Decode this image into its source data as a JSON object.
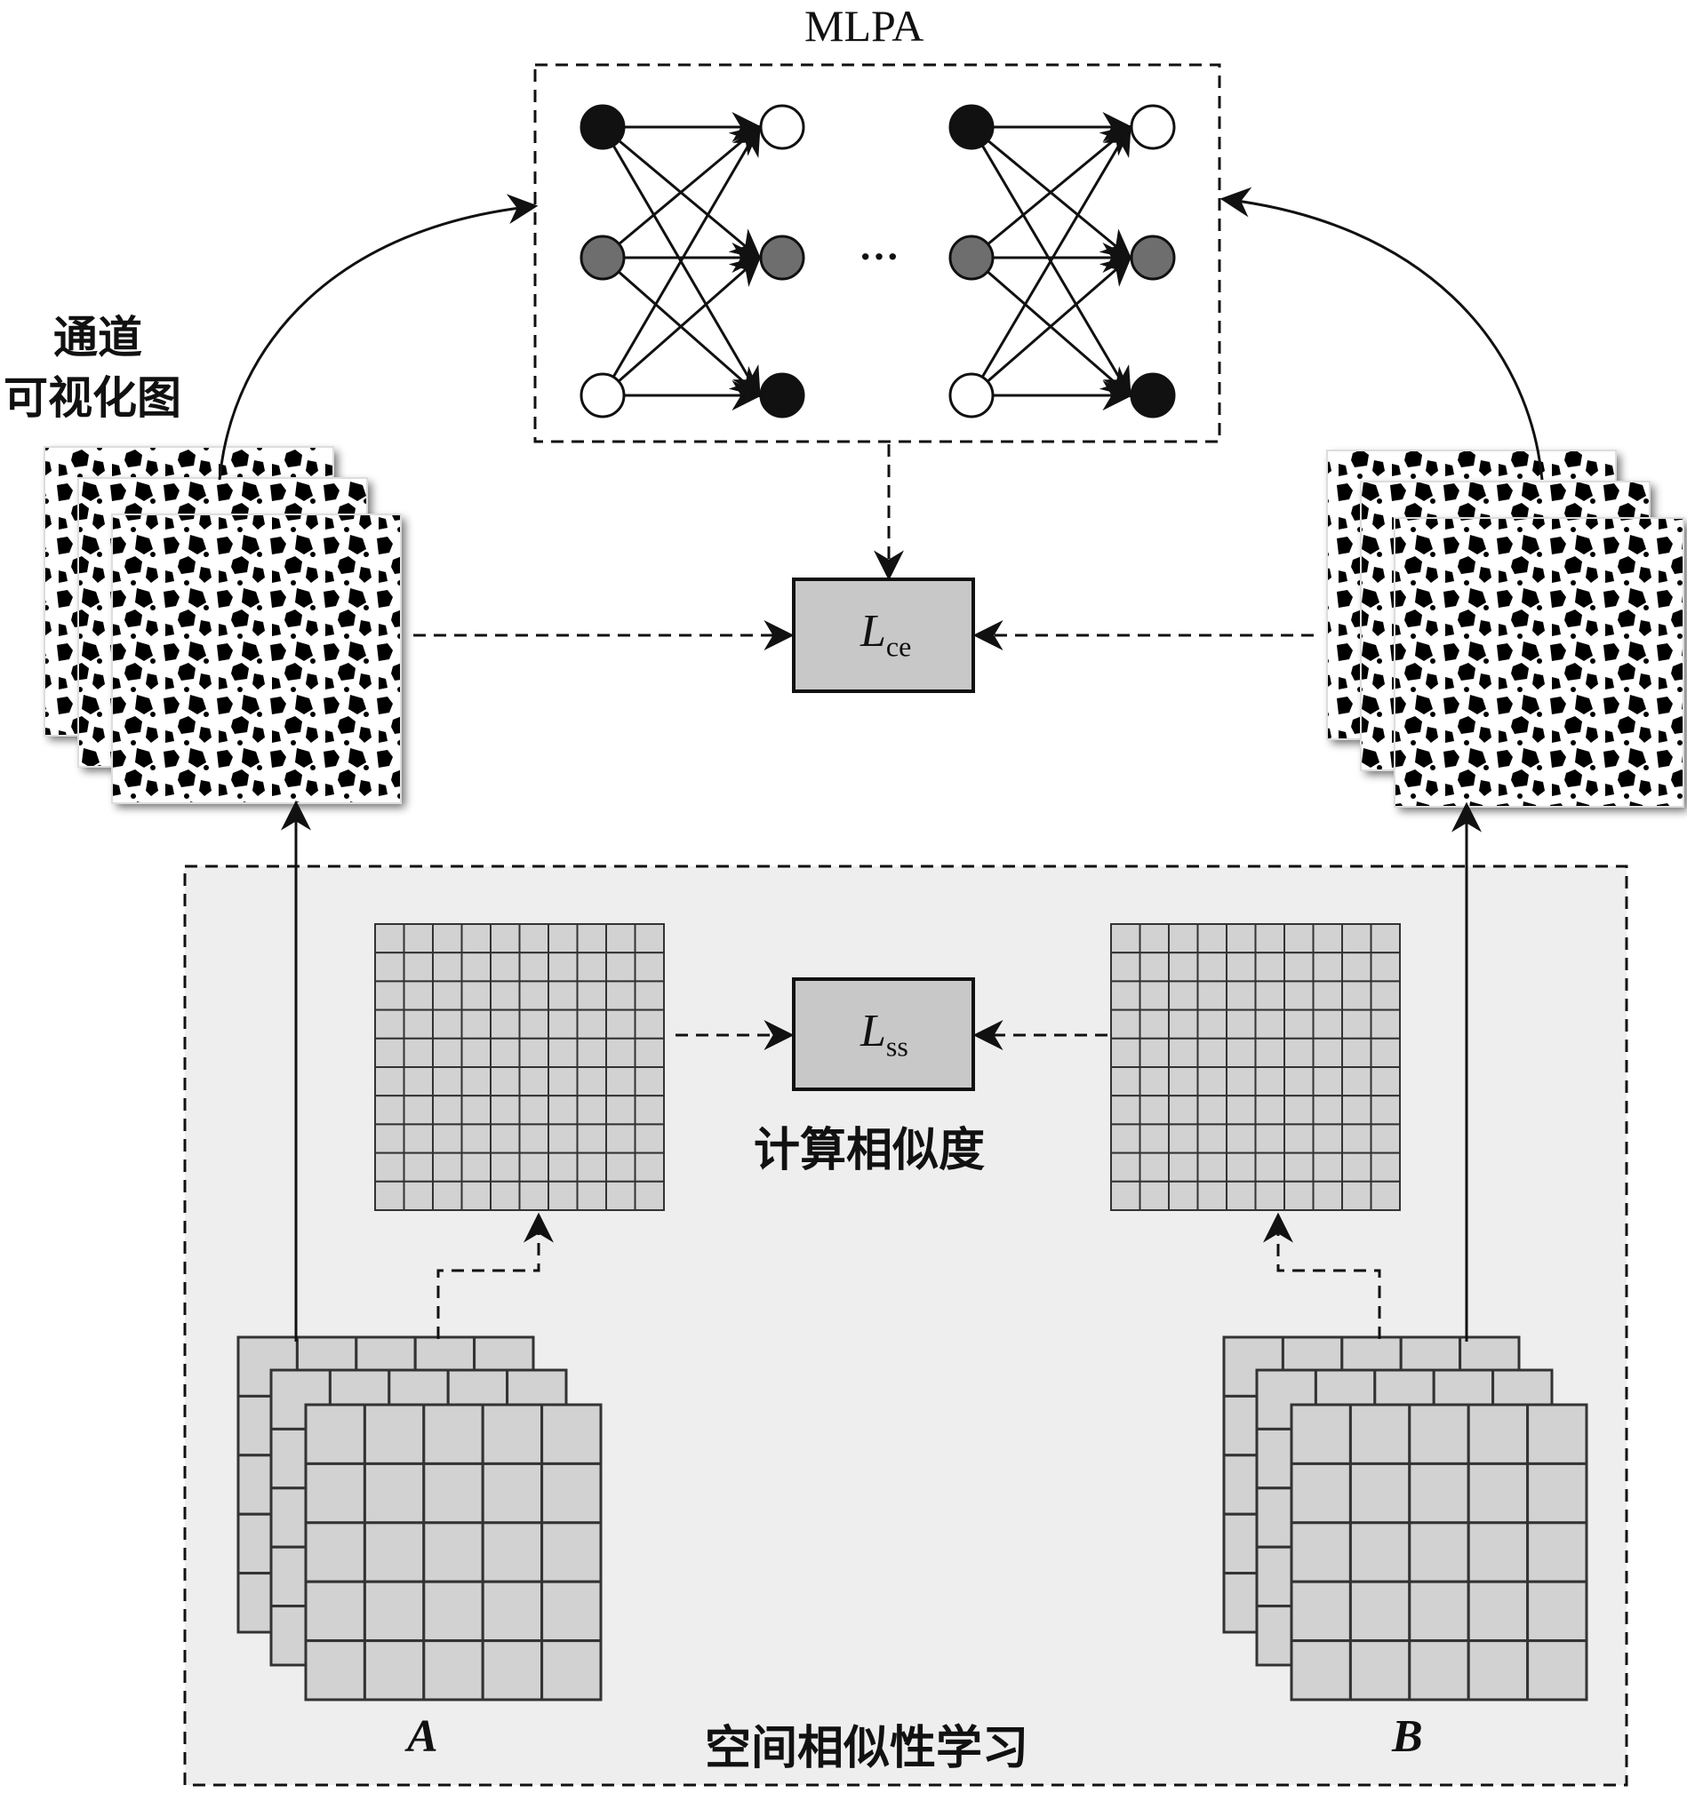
{
  "labels": {
    "mlpa_title": "MLPA",
    "channel_vis_line1": "通道",
    "channel_vis_line2": "可视化图",
    "loss_ce_main": "L",
    "loss_ce_sub": "ce",
    "loss_ss_main": "L",
    "loss_ss_sub": "ss",
    "similarity_calc": "计算相似度",
    "spatial_learning": "空间相似性学习",
    "feature_a": "A",
    "feature_b": "B",
    "ellipsis": "···"
  },
  "colors": {
    "loss_box_fill": "#c8c8c8",
    "panel_fill": "#eeeeee",
    "grid_cell_fill": "#d2d2d2",
    "node_black": "#111111",
    "node_gray": "#6e6e6e",
    "node_white": "#ffffff"
  },
  "network": {
    "layers": [
      [
        "black",
        "gray",
        "white"
      ],
      [
        "white",
        "gray",
        "black"
      ]
    ]
  },
  "similarity_grid": {
    "rows": 10,
    "cols": 10
  },
  "feature_map": {
    "rows": 5,
    "cols": 5,
    "stack_depth": 3
  }
}
